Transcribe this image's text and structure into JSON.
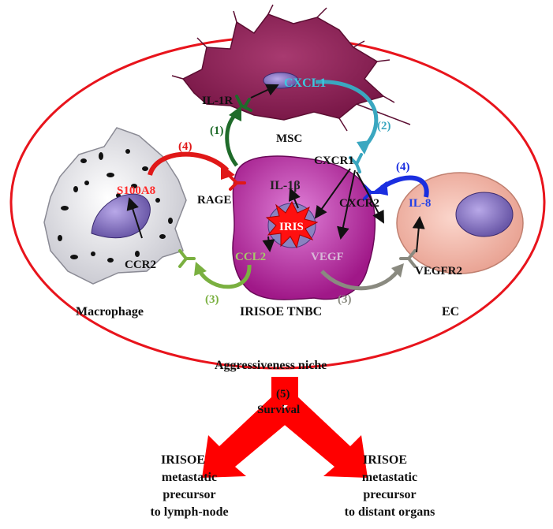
{
  "cells": {
    "msc": "MSC",
    "macrophage": "Macrophage",
    "tumor": "IRISOE TNBC",
    "ec": "EC"
  },
  "molecules": {
    "cxcl1": "CXCL1",
    "il1r": "IL-1R",
    "cxcr1": "CXCR1",
    "il1b": "IL-1β",
    "s100a8": "S100A8",
    "rage": "RAGE",
    "iris": "IRIS",
    "cxcr2": "CXCR2",
    "il8": "IL-8",
    "ccl2": "CCL2",
    "vegf": "VEGF",
    "ccr2": "CCR2",
    "vegfr2": "VEGFR2"
  },
  "steps": {
    "s1": "(1)",
    "s2": "(2)",
    "s3a": "(3)",
    "s3b": "(3)",
    "s4a": "(4)",
    "s4b": "(4)",
    "s5": "(5)"
  },
  "niche": {
    "label": "Aggressiveness niche",
    "survival": "Survival"
  },
  "outcomes": {
    "left": [
      "IRISOE",
      "metastatic",
      "precursor",
      "to lymph-node"
    ],
    "right": [
      "IRISOE",
      "metastatic",
      "precursor",
      "to distant organs"
    ]
  },
  "colors": {
    "niche_border": "#e8141c",
    "big_arrow": "#ff0000",
    "msc": "#8c1f55",
    "tumor": "#b0208f",
    "macrophage": "#e8e8ec",
    "ec": "#f2b7a8",
    "nucleus": "#7a68b8",
    "arrow_1": "#1f6b2a",
    "arrow_2": "#3aa7c0",
    "arrow_3_ccl2": "#7ab040",
    "arrow_3_vegf": "#8a8a80",
    "arrow_4_red": "#e01818",
    "arrow_4_blue": "#1a2ee0",
    "label_red": "#ff2a2a",
    "label_cyan": "#3cc8e0",
    "label_olive": "#a6c86a",
    "label_blue": "#2040e8"
  }
}
